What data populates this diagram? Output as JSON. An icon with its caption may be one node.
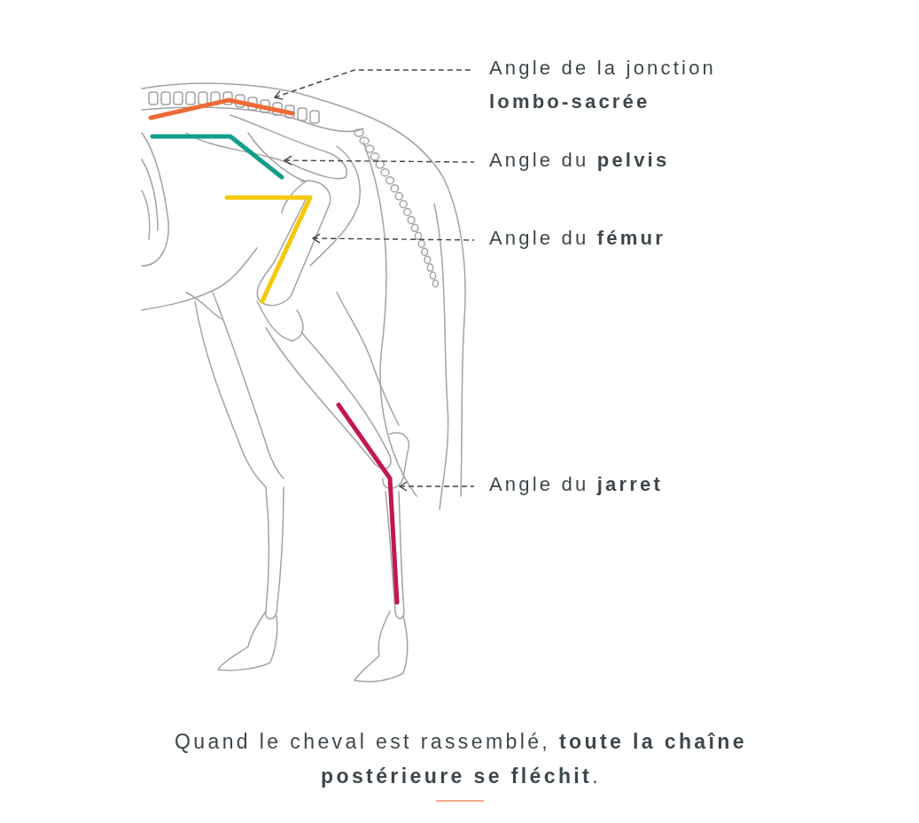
{
  "diagram": {
    "caption": "Quand le cheval est rassemblé, **toute la chaîne postérieure se fléchit**.",
    "nodes": [
      {
        "text": [
          "Angle de la jonction **lombo-sacrée**"
        ]
      },
      {
        "text": [
          "Angle du **pelvis**"
        ]
      },
      {
        "text": [
          "Angle du **fémur**"
        ]
      },
      {
        "text": [
          "Angle du **jarret**"
        ]
      },
      {
        "text": [],
        "shape": "line"
      },
      {
        "text": [],
        "shape": "line"
      },
      {
        "text": [],
        "shape": "line"
      },
      {
        "text": [],
        "shape": "line"
      }
    ],
    "edges": [
      {
        "from": 0,
        "to": 4,
        "arrow": "to",
        "style": "dashed"
      },
      {
        "from": 1,
        "to": 5,
        "arrow": "to",
        "style": "dashed"
      },
      {
        "from": 2,
        "to": 6,
        "arrow": "to",
        "style": "dashed"
      },
      {
        "from": 3,
        "to": 7,
        "arrow": "to",
        "style": "dashed"
      }
    ]
  }
}
